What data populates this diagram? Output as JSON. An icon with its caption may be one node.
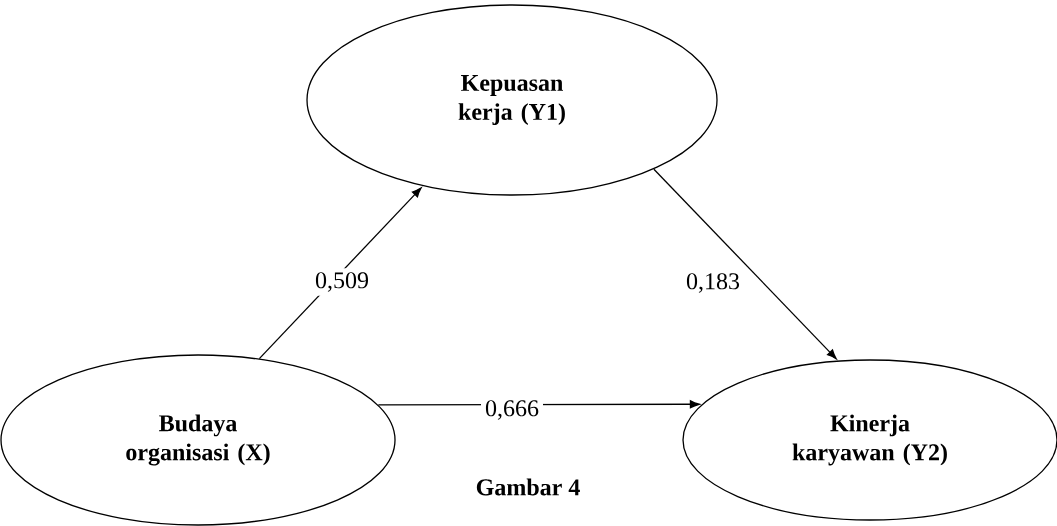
{
  "diagram": {
    "caption": "Gambar 4",
    "nodes": [
      {
        "text": [
          "Kepuasan kerja (Y1)"
        ]
      },
      {
        "text": [
          "Budaya organisasi (X)"
        ]
      },
      {
        "text": [
          "Kinerja karyawan (Y2)"
        ]
      }
    ],
    "edges": [
      {
        "from": 1,
        "to": 0,
        "arrow": "to",
        "label": "0,509"
      },
      {
        "from": 0,
        "to": 2,
        "arrow": "to",
        "label": "0,183"
      },
      {
        "from": 1,
        "to": 2,
        "arrow": "to",
        "label": "0,666"
      }
    ]
  }
}
